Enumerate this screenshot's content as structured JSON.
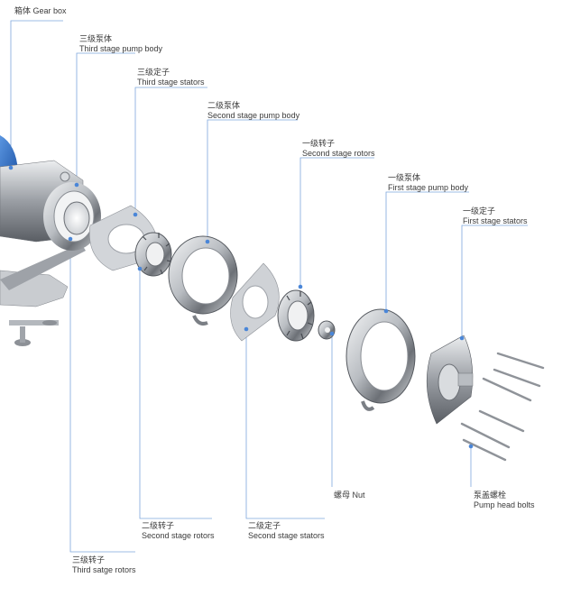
{
  "labels": {
    "gear_box": {
      "cn": "箱体",
      "en": "Gear box"
    },
    "third_stage_pump_body": {
      "cn": "三级泵体",
      "en": "Third stage pump body"
    },
    "third_stage_stators": {
      "cn": "三级定子",
      "en": "Third stage stators"
    },
    "second_stage_pump_body": {
      "cn": "二级泵体",
      "en": "Second stage pump body"
    },
    "second_stage_rotors_top": {
      "cn": "一级转子",
      "en": "Second stage rotors"
    },
    "first_stage_pump_body": {
      "cn": "一级泵体",
      "en": "First stage pump body"
    },
    "first_stage_stators": {
      "cn": "一级定子",
      "en": "First stage stators"
    },
    "nut": {
      "cn": "螺母",
      "en": "Nut"
    },
    "pump_head_bolts": {
      "cn": "泵盖螺栓",
      "en": "Pump head bolts"
    },
    "second_stage_rotors": {
      "cn": "二级转子",
      "en": "Second stage rotors"
    },
    "second_stage_stators": {
      "cn": "二级定子",
      "en": "Second stage stators"
    },
    "third_stage_rotors": {
      "cn": "三级转子",
      "en": "Third satge rotors"
    }
  },
  "colors": {
    "leader": "#5b8fd6",
    "dot": "#4a86d8",
    "metal_light": "#e6e8ea",
    "metal_mid": "#a9adb2",
    "metal_dark": "#4b4f55",
    "motor_blue": "#2f6fc7"
  }
}
